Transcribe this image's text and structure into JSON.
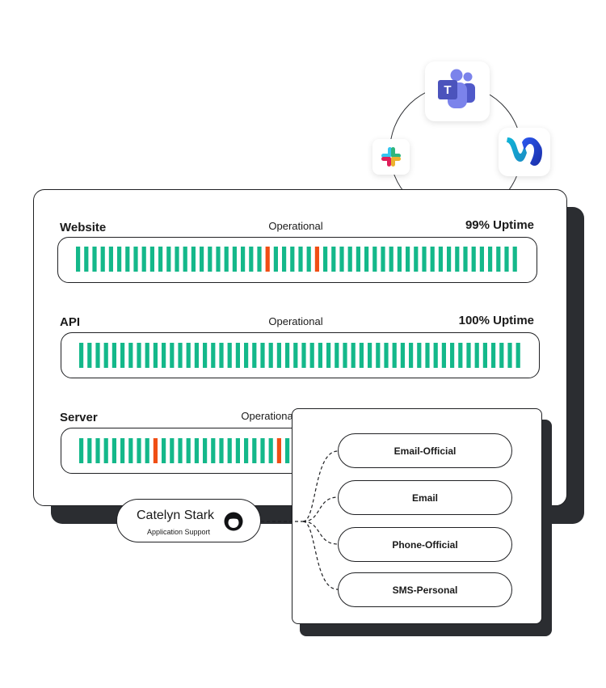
{
  "integrations": [
    {
      "name": "microsoft-teams-icon",
      "letter": "T",
      "color": "#5059c9"
    },
    {
      "name": "slack-icon"
    },
    {
      "name": "webex-icon"
    }
  ],
  "services": [
    {
      "name": "Website",
      "status": "Operational",
      "uptime": "99% Uptime",
      "bars": 54,
      "incidents": [
        23,
        29
      ]
    },
    {
      "name": "API",
      "status": "Operational",
      "uptime": "100% Uptime",
      "bars": 54,
      "incidents": []
    },
    {
      "name": "Server",
      "status": "Operational",
      "uptime": "",
      "bars": 26,
      "incidents": [
        9,
        24
      ]
    }
  ],
  "colors": {
    "ok": "#14b88a",
    "incident": "#f04e14",
    "dark": "#2b2d31"
  },
  "user": {
    "name": "Catelyn Stark",
    "role": "Application Support"
  },
  "contacts": [
    "Email-Official",
    "Email",
    "Phone-Official",
    "SMS-Personal"
  ]
}
